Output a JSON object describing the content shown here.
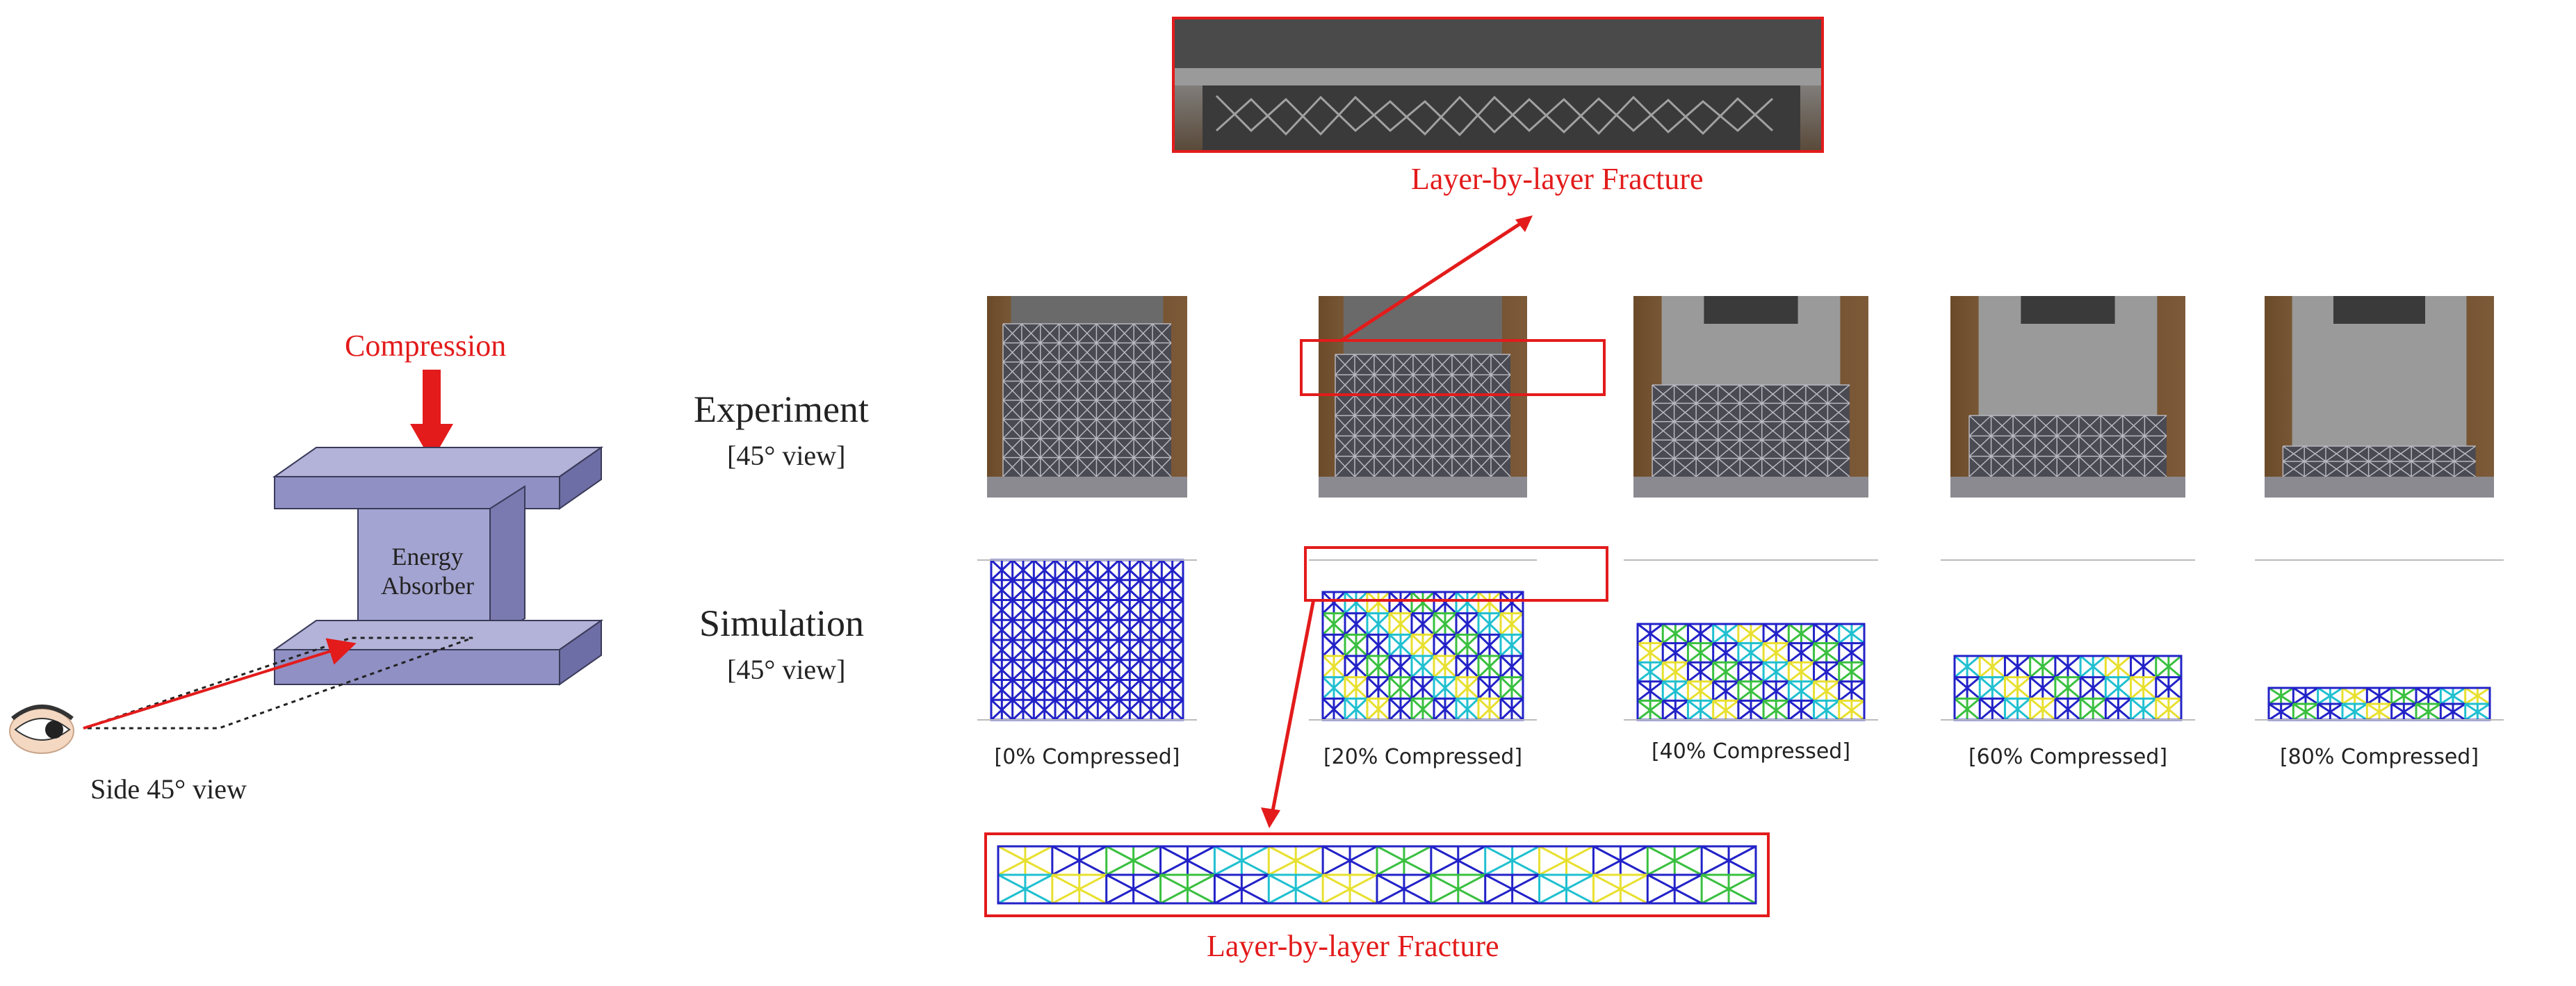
{
  "colors": {
    "annotation_red": "#e31b1b",
    "plate_top": "#b3b3d9",
    "plate_front": "#9090c4",
    "plate_side": "#6e6ea6",
    "lattice_blue": "#2222c8",
    "stress_cyan": "#20c0d0",
    "stress_green": "#3ac040",
    "stress_yellow": "#e8e030"
  },
  "schematic": {
    "compression_label": "Compression",
    "absorber_label_line1": "Energy",
    "absorber_label_line2": "Absorber",
    "view_label": "Side 45° view",
    "eye_icon": "eye-icon"
  },
  "rows": {
    "experiment_title": "Experiment",
    "experiment_subtitle": "[45° view]",
    "simulation_title": "Simulation",
    "simulation_subtitle": "[45° view]"
  },
  "stages": [
    {
      "caption": "[0% Compressed]",
      "compression_fraction": 0.0
    },
    {
      "caption": "[20% Compressed]",
      "compression_fraction": 0.2
    },
    {
      "caption": "[40% Compressed]",
      "compression_fraction": 0.4
    },
    {
      "caption": "[60% Compressed]",
      "compression_fraction": 0.6
    },
    {
      "caption": "[80% Compressed]",
      "compression_fraction": 0.8
    }
  ],
  "callouts": {
    "top_label": "Layer-by-layer Fracture",
    "bottom_label": "Layer-by-layer Fracture"
  }
}
